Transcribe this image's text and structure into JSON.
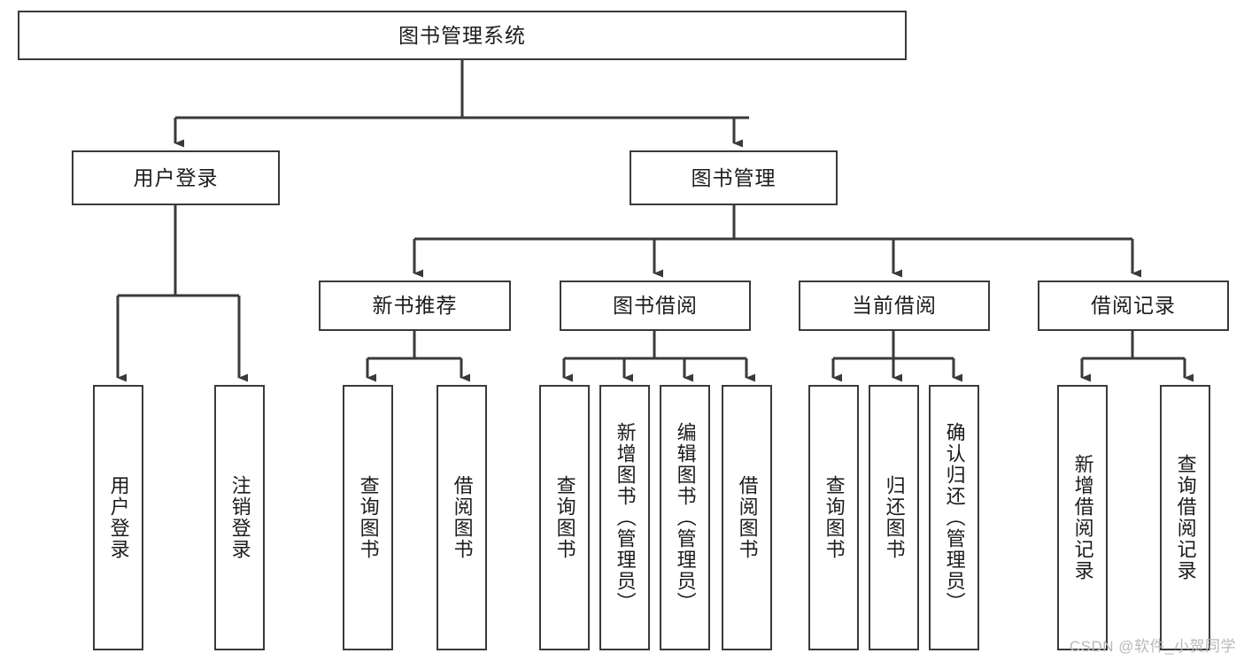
{
  "diagram": {
    "type": "tree",
    "title": "图书管理系统",
    "root": {
      "label": "图书管理系统"
    },
    "level2": [
      {
        "label": "用户登录"
      },
      {
        "label": "图书管理"
      }
    ],
    "level3": [
      {
        "label": "新书推荐"
      },
      {
        "label": "图书借阅"
      },
      {
        "label": "当前借阅"
      },
      {
        "label": "借阅记录"
      }
    ],
    "leaves": {
      "user_login": [
        {
          "label": "用户登录"
        },
        {
          "label": "注销登录"
        }
      ],
      "new_book_recommend": [
        {
          "label": "查询图书"
        },
        {
          "label": "借阅图书"
        }
      ],
      "book_borrow": [
        {
          "label": "查询图书"
        },
        {
          "label": "新增图书（管理员）"
        },
        {
          "label": "编辑图书（管理员）"
        },
        {
          "label": "借阅图书"
        }
      ],
      "current_borrow": [
        {
          "label": "查询图书"
        },
        {
          "label": "归还图书"
        },
        {
          "label": "确认归还（管理员）"
        }
      ],
      "borrow_record": [
        {
          "label": "新增借阅记录"
        },
        {
          "label": "查询借阅记录"
        }
      ]
    }
  },
  "watermark": {
    "text": "CSDN @软件_小贺同学"
  },
  "colors": {
    "stroke": "#3a3a3a",
    "text": "#1c1c1c",
    "background": "#ffffff",
    "watermark": "#b9b9b9"
  }
}
